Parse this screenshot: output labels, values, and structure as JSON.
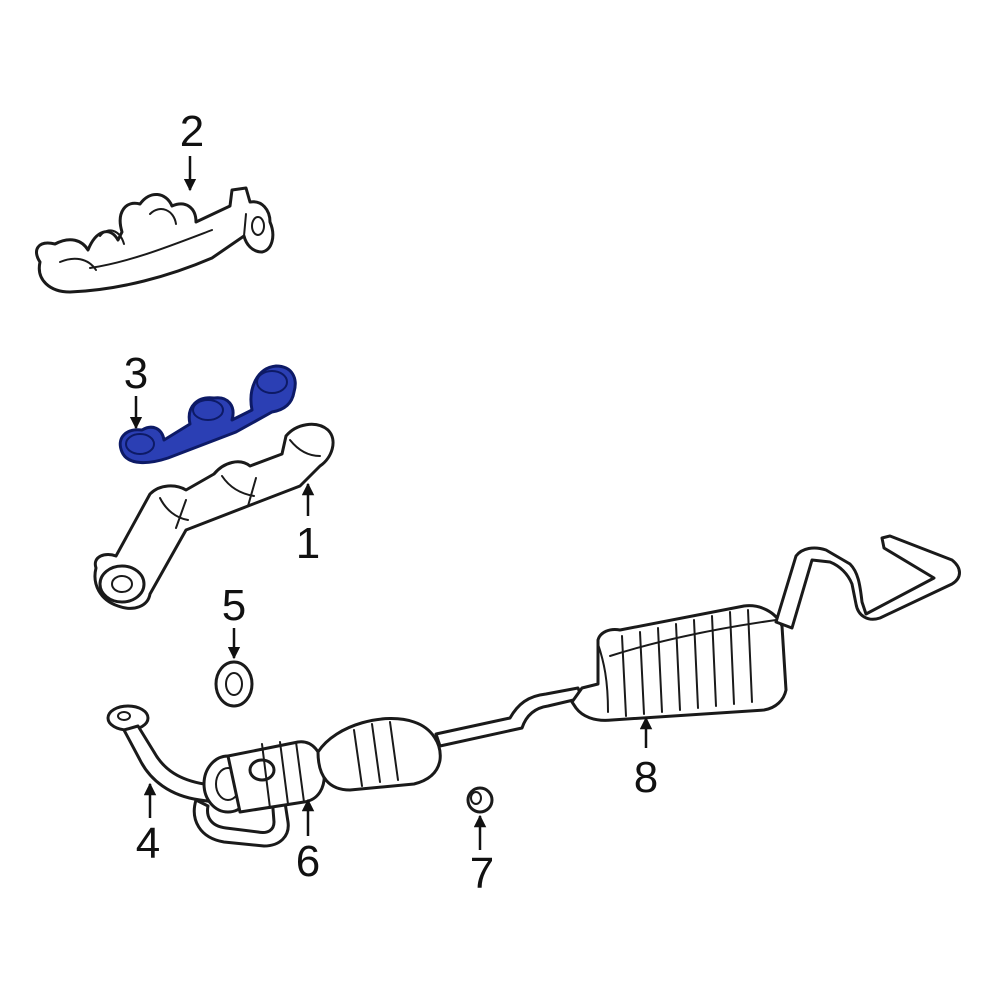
{
  "diagram": {
    "highlight_color": "#2b3fb4",
    "line_color": "#1a1a1a",
    "background": "#ffffff",
    "highlighted_part": "3",
    "callouts": [
      {
        "id": "c1",
        "label": "1"
      },
      {
        "id": "c2",
        "label": "2"
      },
      {
        "id": "c3",
        "label": "3"
      },
      {
        "id": "c4",
        "label": "4"
      },
      {
        "id": "c5",
        "label": "5"
      },
      {
        "id": "c6",
        "label": "6"
      },
      {
        "id": "c7",
        "label": "7"
      },
      {
        "id": "c8",
        "label": "8"
      }
    ]
  }
}
